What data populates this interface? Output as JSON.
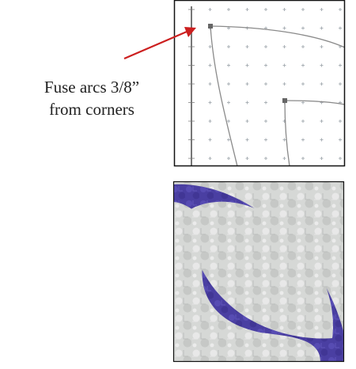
{
  "caption": {
    "line1": "Fuse arcs 3/8”",
    "line2": "from corners"
  },
  "colors": {
    "arrow": "#cc1f1f",
    "grid_line": "#777777",
    "grid_dot": "#aab0b6",
    "arc_line": "#8a8a8a",
    "fabric_background": "#d6d8d6",
    "fabric_arc": "#4a3fa2"
  },
  "figures": [
    {
      "name": "grid-diagram",
      "description_icon": "grid-with-arcs-icon"
    },
    {
      "name": "fabric-block",
      "description_icon": "melon-arc-icon"
    }
  ]
}
